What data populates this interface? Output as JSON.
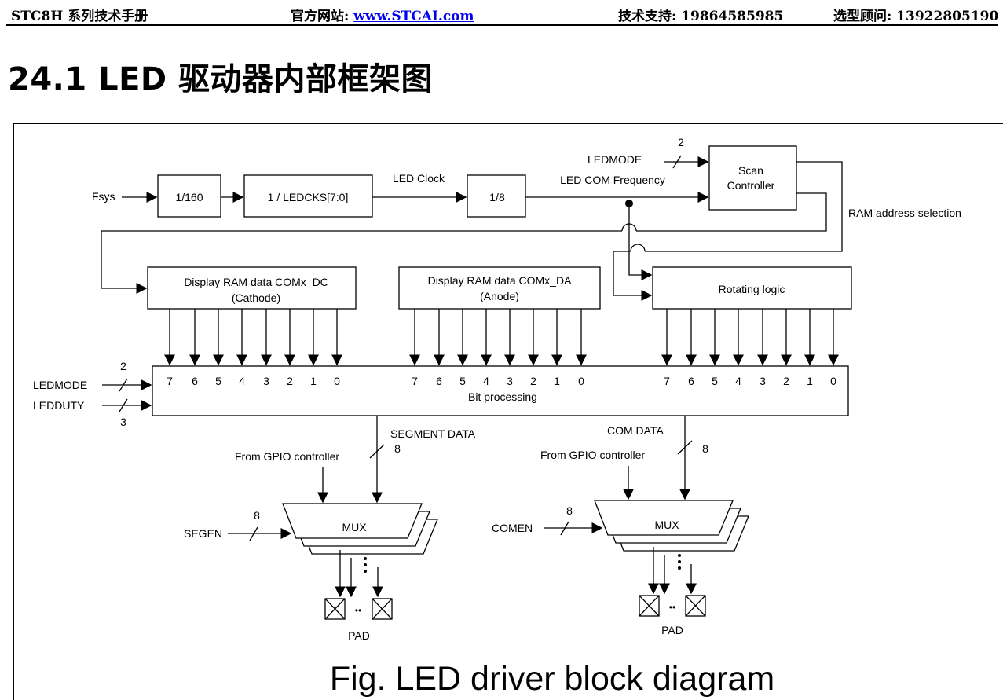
{
  "header": {
    "doc_title": "STC8H 系列技术手册",
    "website_label": "官方网站: ",
    "website_link": "www.STCAI.com",
    "support": "技术支持: 19864585985",
    "consultant": "选型顾问: 13922805190"
  },
  "section": {
    "title": "24.1   LED 驱动器内部框架图"
  },
  "diagram": {
    "fsys": "Fsys",
    "div160": "1/160",
    "ledcks": "1 / LEDCKS[7:0]",
    "led_clock": "LED Clock",
    "div8": "1/8",
    "com_freq": "LED COM Frequency",
    "ledmode_top": "LEDMODE",
    "ledmode_top_width": "2",
    "scan_line1": "Scan",
    "scan_line2": "Controller",
    "ram_addr": "RAM address selection",
    "dc_line1": "Display RAM data COMx_DC",
    "dc_line2": "(Cathode)",
    "da_line1": "Display RAM data COMx_DA",
    "da_line2": "(Anode)",
    "rotating": "Rotating logic",
    "bits": [
      "7",
      "6",
      "5",
      "4",
      "3",
      "2",
      "1",
      "0"
    ],
    "bit_processing": "Bit processing",
    "ledmode_left": "LEDMODE",
    "ledmode_left_width": "2",
    "ledduty": "LEDDUTY",
    "ledduty_width": "3",
    "segment_data": "SEGMENT DATA",
    "segment_width": "8",
    "com_data": "COM DATA",
    "com_width": "8",
    "gpio_left": "From GPIO controller",
    "gpio_right": "From GPIO controller",
    "segen": "SEGEN",
    "segen_width": "8",
    "comen": "COMEN",
    "comen_width": "8",
    "mux": "MUX",
    "pad": "PAD",
    "pad_dots": "••",
    "caption": "Fig. LED driver block diagram"
  }
}
